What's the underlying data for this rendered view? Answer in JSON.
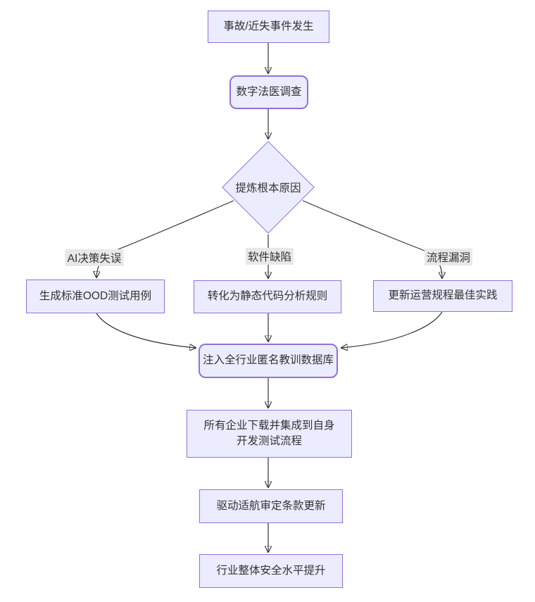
{
  "diagram": {
    "type": "flowchart-top-down",
    "colors": {
      "node_fill": "#ECECFF",
      "node_border": "#9370DB",
      "edge_line": "#333333",
      "text": "#333333",
      "edge_label_bg": "#e8e8e8",
      "background": "#ffffff"
    },
    "nodes": {
      "incident": {
        "label": "事故/近失事件发生",
        "shape": "rect"
      },
      "forensics": {
        "label": "数字法医调查",
        "shape": "rounded"
      },
      "root_cause": {
        "label": "提炼根本原因",
        "shape": "diamond"
      },
      "ood_tests": {
        "label": "生成标准OOD测试用例",
        "shape": "rect"
      },
      "static_rules": {
        "label": "转化为静态代码分析规则",
        "shape": "rect"
      },
      "ops_practices": {
        "label": "更新运营规程最佳实践",
        "shape": "rect"
      },
      "database": {
        "label": "注入全行业匿名教训数据库",
        "shape": "rounded"
      },
      "integrate": {
        "label_line1": "所有企业下载并集成到自身",
        "label_line2": "开发测试流程",
        "shape": "rect"
      },
      "airworthiness": {
        "label": "驱动适航审定条款更新",
        "shape": "rect"
      },
      "industry_safety": {
        "label": "行业整体安全水平提升",
        "shape": "rect"
      }
    },
    "edge_labels": {
      "ai_decision": "AI决策失误",
      "software_defect": "软件缺陷",
      "process_loophole": "流程漏洞"
    }
  }
}
